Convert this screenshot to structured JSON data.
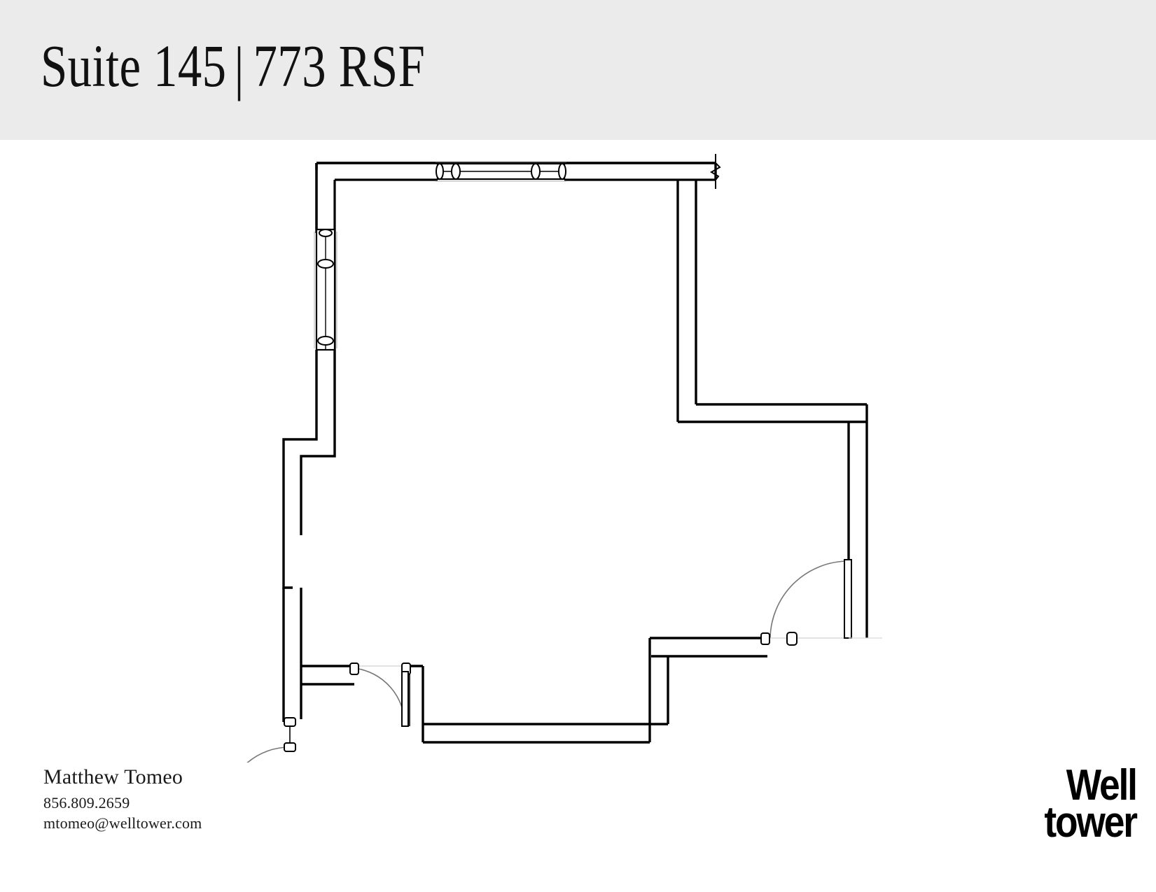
{
  "header": {
    "suite_label": "Suite 145",
    "separator": "|",
    "area_label": "773 RSF",
    "background_color": "#ebebeb"
  },
  "contact": {
    "name": "Matthew Tomeo",
    "phone": "856.809.2659",
    "email": "mtomeo@welltower.com"
  },
  "logo": {
    "line1": "Well",
    "line2": "tower"
  },
  "floorplan": {
    "type": "architectural-floor-plan",
    "line_color": "#000000",
    "background_color": "#ffffff",
    "features": {
      "exterior_walls": 1,
      "windows": 2,
      "doors": 4,
      "break_symbols": 2
    }
  }
}
